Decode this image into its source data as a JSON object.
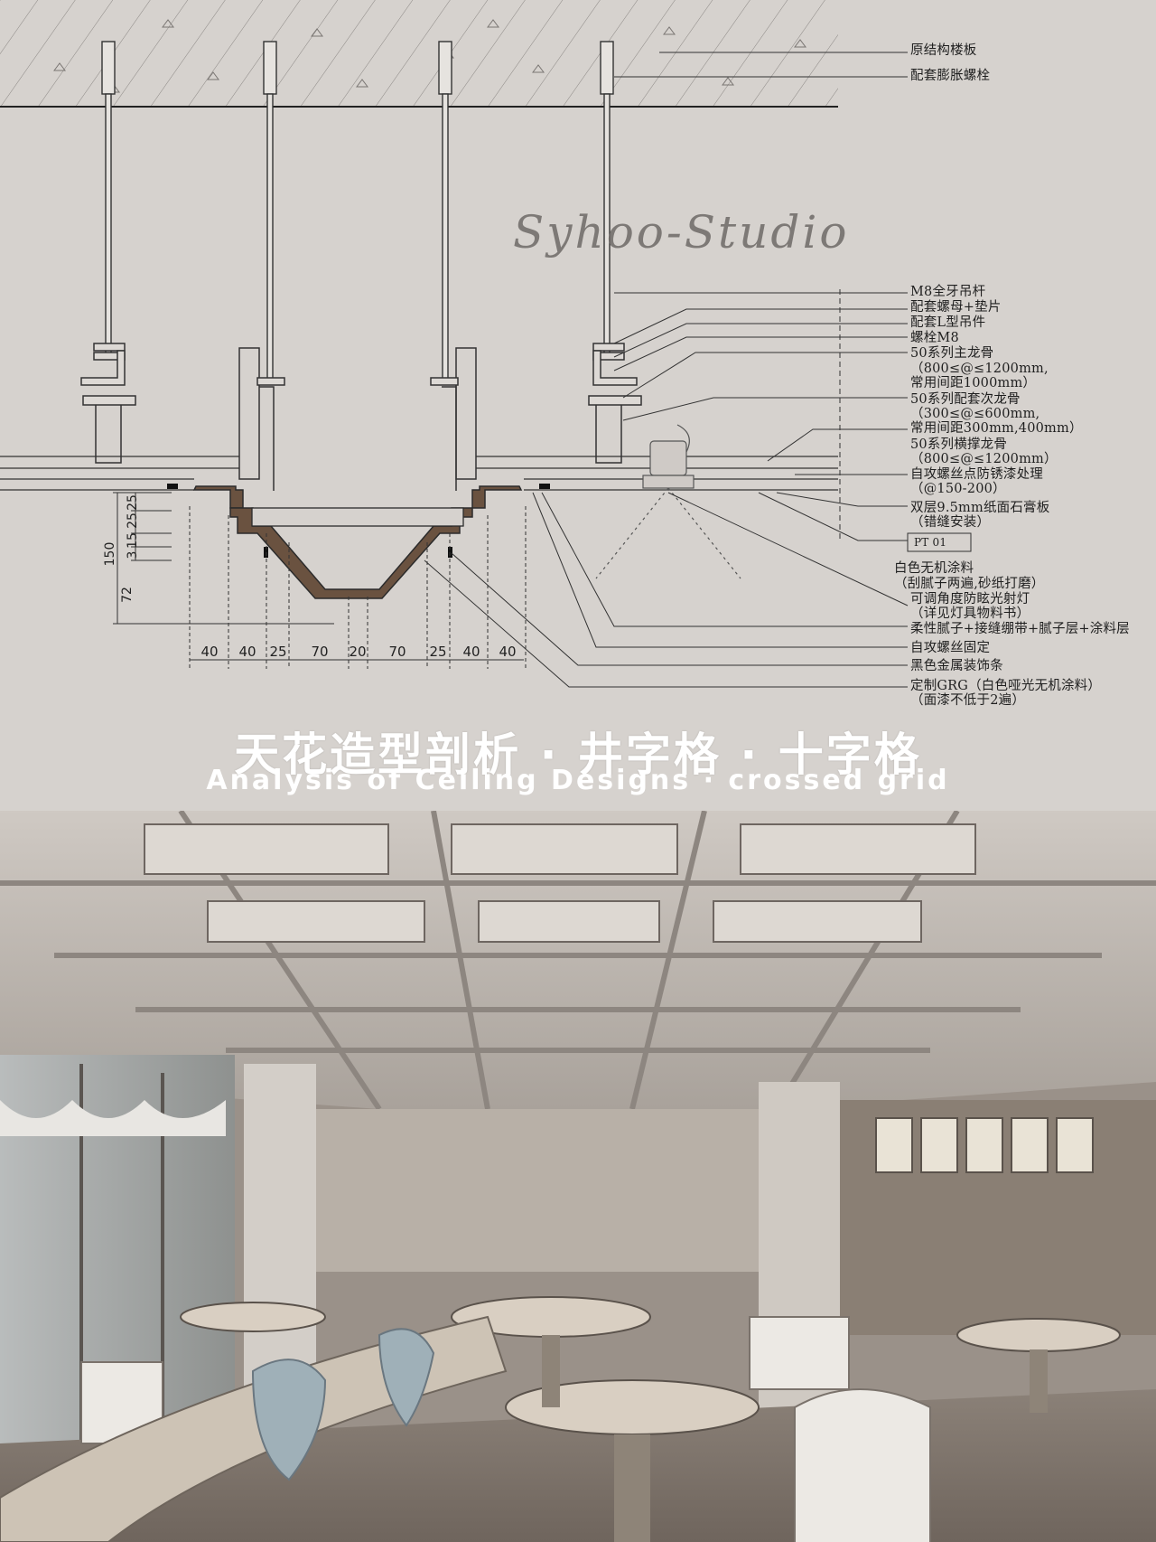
{
  "labels": {
    "l01": "原结构楼板",
    "l02": "配套膨胀螺栓",
    "l03": "M8全牙吊杆",
    "l04": "配套螺母+垫片",
    "l05": "配套L型吊件",
    "l06": "螺栓M8",
    "l07": "50系列主龙骨",
    "l08": "（800≤@≤1200mm,",
    "l09": "常用间距1000mm）",
    "l10": "50系列配套次龙骨",
    "l11": "（300≤@≤600mm,",
    "l12": "常用间距300mm,400mm）",
    "l13": "50系列横撑龙骨",
    "l14": "（800≤@≤1200mm）",
    "l15": "自攻螺丝点防锈漆处理",
    "l16": "（@150-200）",
    "l17": "双层9.5mm纸面石膏板",
    "l18": "（错缝安装）",
    "l19": "PT   01",
    "l20": "白色无机涂料",
    "l21": "（刮腻子两遍,砂纸打磨）",
    "l22": "可调角度防眩光射灯",
    "l23": "（详见灯具物料书）",
    "l24": "柔性腻子+接缝绷带+腻子层+涂料层",
    "l25": "自攻螺丝固定",
    "l26": "黑色金属装饰条",
    "l27": "定制GRG（白色哑光无机涂料）",
    "l28": "（面漆不低于2遍）"
  },
  "dimensions": {
    "horizontal": [
      "40",
      "40",
      "25",
      "70",
      "20",
      "70",
      "25",
      "40",
      "40"
    ],
    "vertical_small": [
      "25",
      "25",
      "15",
      "3"
    ],
    "vertical_total": "150",
    "vertical_bottom": "72"
  },
  "watermark": "Syhoo-Studio",
  "title": {
    "chinese": "天花造型剖析 · 井字格 · 十字格",
    "english": "Analysis of Ceiling Designs · crossed grid"
  },
  "colors": {
    "background": "#d6d2ce",
    "line": "#2b2b2b",
    "grg_fill": "#6a5240",
    "title_text": "#ffffff"
  }
}
